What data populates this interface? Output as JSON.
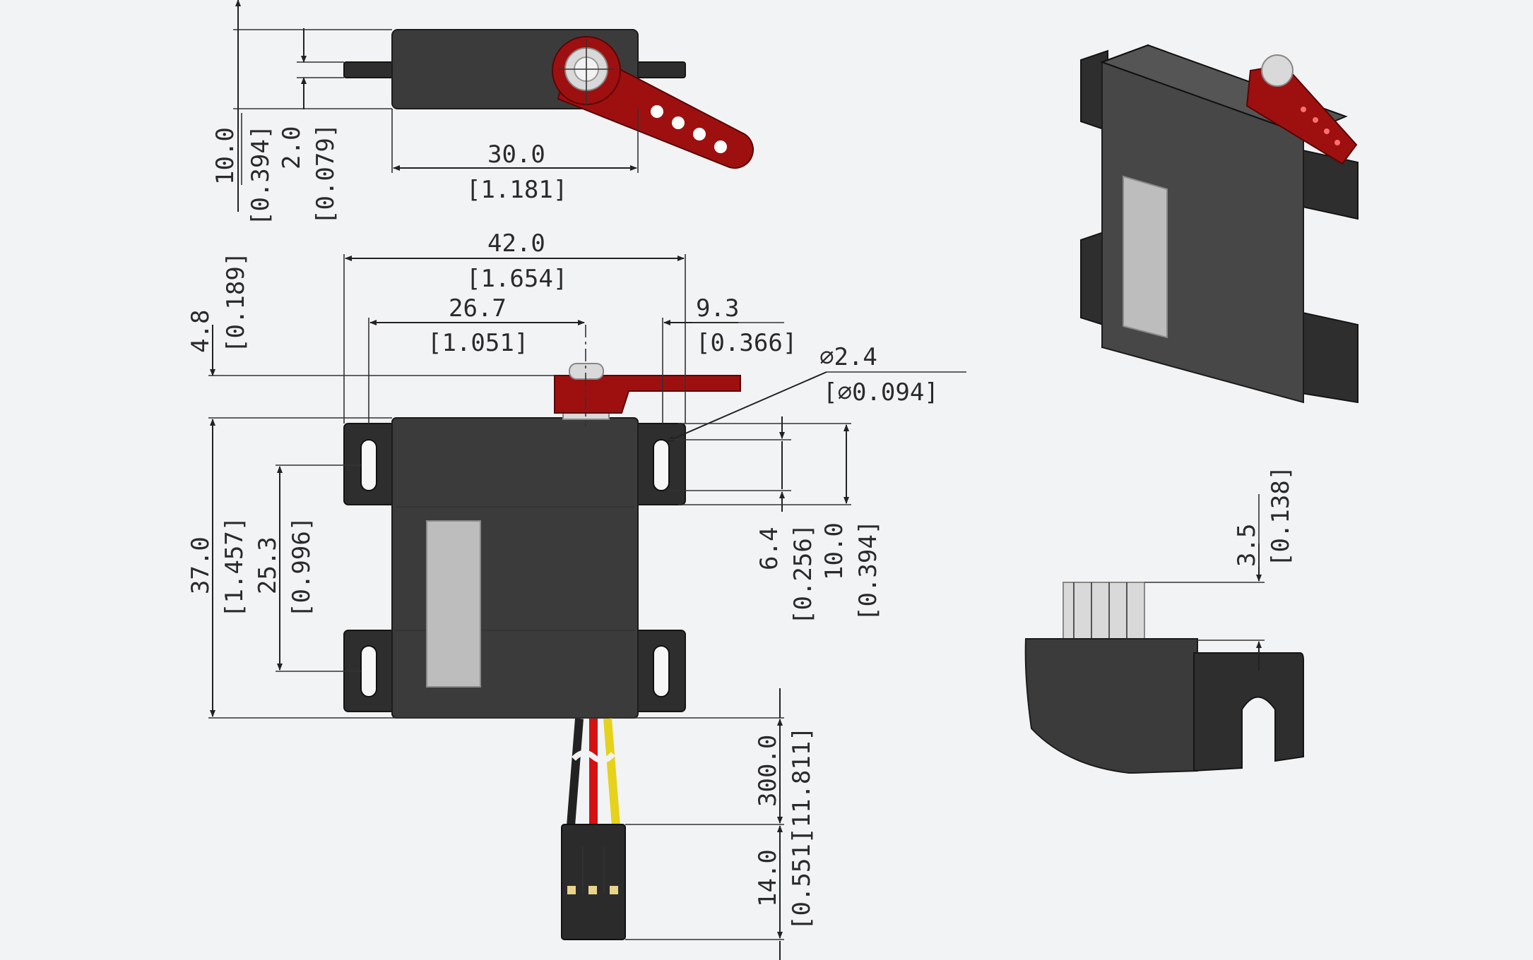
{
  "drawing": {
    "colors": {
      "background": "#f2f3f5",
      "servo_body": "#3b3b3b",
      "servo_horn": "#9e1010",
      "label_plate": "#bdbdbd",
      "wire_black": "#222222",
      "wire_red": "#d41212",
      "wire_yellow": "#e6d21a",
      "dimension_line": "#222222"
    },
    "top_view": {
      "height_mm": "10.0",
      "height_in": "[0.394]",
      "offset_mm": "2.0",
      "offset_in": "[0.079]",
      "body_width_mm": "30.0",
      "body_width_in": "[1.181]"
    },
    "front_view": {
      "total_width_mm": "42.0",
      "total_width_in": "[1.654]",
      "shaft_offset_mm": "26.7",
      "shaft_offset_in": "[1.051]",
      "hole_offset_mm": "9.3",
      "hole_offset_in": "[0.366]",
      "hole_diameter_mm": "⌀2.4",
      "hole_diameter_in": "[⌀0.094]",
      "horn_height_mm": "4.8",
      "horn_height_in": "[0.189]",
      "body_height_mm": "37.0",
      "body_height_in": "[1.457]",
      "hole_spacing_mm": "25.3",
      "hole_spacing_in": "[0.996]",
      "slot_length_mm": "6.4",
      "slot_length_in": "[0.256]",
      "ear_height_mm": "10.0",
      "ear_height_in": "[0.394]",
      "wire_length_mm": "300.0",
      "wire_length_in": "[11.811]",
      "connector_length_mm": "14.0",
      "connector_length_in": "[0.551]"
    },
    "side_view": {
      "spline_height_mm": "3.5",
      "spline_height_in": "[0.138]"
    }
  }
}
